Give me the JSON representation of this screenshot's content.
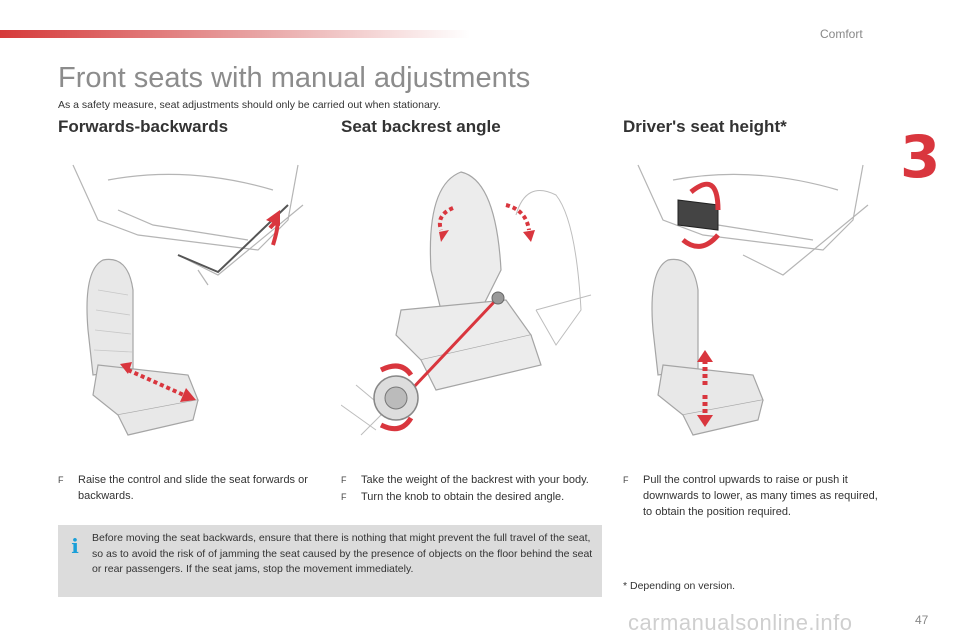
{
  "header": {
    "section": "Comfort",
    "chapter_number": "3"
  },
  "title": "Front seats with manual adjustments",
  "subtitle": "As a safety measure, seat adjustments should only be carried out when stationary.",
  "columns": [
    {
      "heading": "Forwards-backwards",
      "instructions": [
        "Raise the control and slide the seat forwards or backwards."
      ]
    },
    {
      "heading": "Seat backrest angle",
      "instructions": [
        "Take the weight of the backrest with your body.",
        "Turn the knob to obtain the desired angle."
      ]
    },
    {
      "heading": "Driver's seat height*",
      "instructions": [
        "Pull the control upwards to raise or push it downwards to lower, as many times as required, to obtain the position required."
      ]
    }
  ],
  "bullet_glyph": "F",
  "note": {
    "icon": "info-icon",
    "icon_glyph": "i",
    "text": "Before moving the seat backwards, ensure that there is nothing that might prevent the full travel of the seat, so as to avoid the risk of of jamming the seat caused by the presence of objects on the floor behind the seat or rear passengers. If the seat jams, stop the movement immediately."
  },
  "footnote": "* Depending on version.",
  "page_number": "47",
  "watermark": "carmanualsonline.info",
  "colors": {
    "accent_red": "#d9363e",
    "info_blue": "#1a9fd8",
    "note_bg": "#dcdcdc"
  }
}
